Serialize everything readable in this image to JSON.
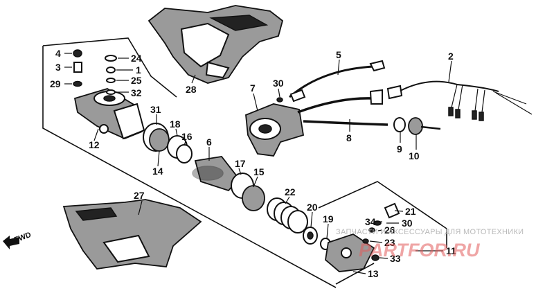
{
  "callouts": {
    "p1": "1",
    "p2": "2",
    "p3": "3",
    "p4": "4",
    "p5": "5",
    "p6": "6",
    "p7": "7",
    "p8": "8",
    "p9": "9",
    "p10": "10",
    "p11": "11",
    "p12": "12",
    "p13": "13",
    "p14": "14",
    "p15": "15",
    "p16": "16",
    "p17": "17",
    "p18": "18",
    "p19": "19",
    "p20": "20",
    "p21": "21",
    "p22": "22",
    "p23": "23",
    "p24": "24",
    "p25": "25",
    "p26": "26",
    "p27": "27",
    "p28": "28",
    "p29": "29",
    "p30a": "30",
    "p30b": "30",
    "p31": "31",
    "p32": "32",
    "p33": "33",
    "p34": "34"
  },
  "direction": {
    "label": "FWD"
  },
  "watermark": {
    "tagline": "ЗАПЧАСТИ И АКСЕССУАРЫ ДЛЯ МОТОТЕХНИКИ",
    "brand": "PARTFOR.RU"
  }
}
